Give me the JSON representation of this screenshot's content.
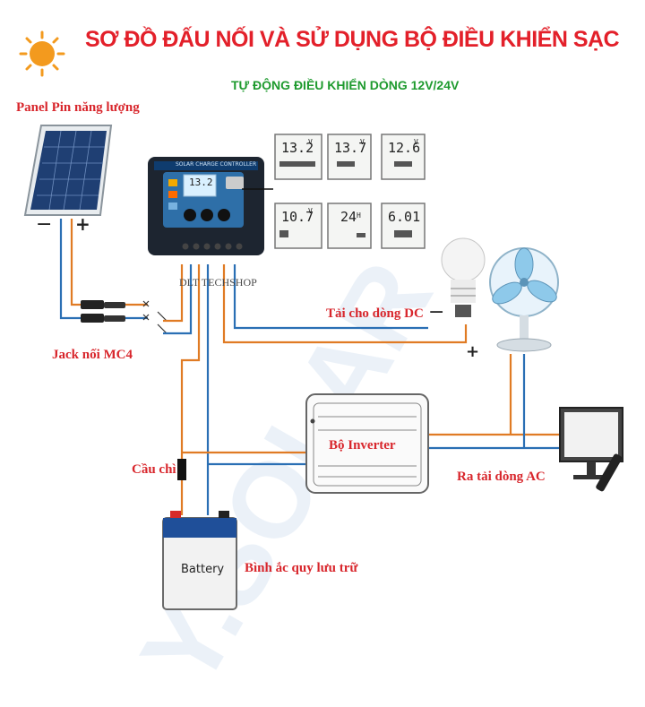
{
  "title": "SƠ ĐỒ ĐẤU NỐI VÀ SỬ DỤNG BỘ ĐIỀU KHIỂN SẠC",
  "subtitle": "TỰ ĐỘNG ĐIỀU KHIỂN DÒNG 12V/24V",
  "labels": {
    "panel": "Panel Pin năng lượng",
    "mc4": "Jack nối MC4",
    "dc_load": "Tải cho dòng DC",
    "fuse": "Cầu chì",
    "inverter": "Bộ Inverter",
    "ac_load": "Ra tải dòng AC",
    "battery_storage": "Bình ắc quy lưu trữ",
    "battery_text": "Battery",
    "shop": "DLT TECHSHOP",
    "controller_strip": "SOLAR CHARGE CONTROLLER",
    "watermark": "Y.SOLAR"
  },
  "polarity": {
    "minus": "−",
    "plus": "+"
  },
  "lcd_readings": [
    "13.2",
    "13.7",
    "12.6",
    "10.7",
    "24",
    "6.01"
  ],
  "lcd_units": [
    "V",
    "V",
    "V",
    "V",
    "H",
    ""
  ],
  "colors": {
    "title": "#e3202a",
    "subtitle": "#1e9a2e",
    "wire_positive": "#e07b24",
    "wire_negative": "#2a6fb4",
    "controller": "#1d2530"
  }
}
